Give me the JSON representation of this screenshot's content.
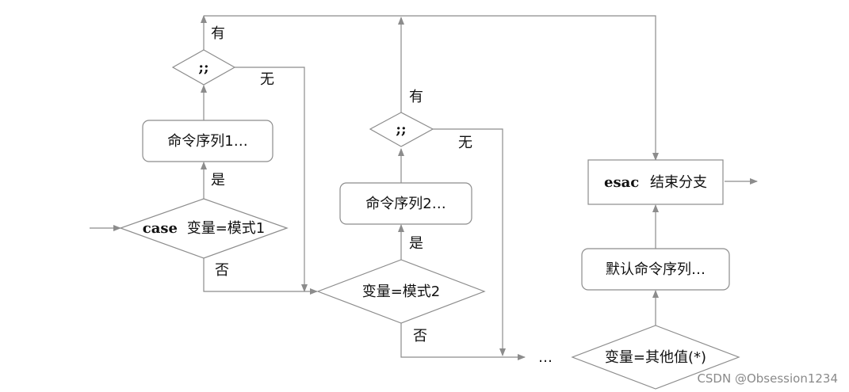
{
  "nodes": {
    "cmd1": "命令序列1…",
    "cmd2": "命令序列2…",
    "semi1": ";;",
    "semi2": ";;",
    "case_kw": "case",
    "case_rest": "变量=模式1",
    "cond2": "变量=模式2",
    "esac_kw": "esac",
    "esac_rest": "结束分支",
    "default_cmd": "默认命令序列…",
    "default_cond": "变量=其他值(*)",
    "ellipsis": "…"
  },
  "edge_labels": {
    "yes_top1": "有",
    "no_1": "无",
    "yes_1": "是",
    "no_case": "否",
    "yes_top2": "有",
    "no_2": "无",
    "yes_2": "是",
    "no_cond2": "否"
  },
  "watermark": "CSDN @Obsession1234",
  "colors": {
    "stroke": "#8c8c8c",
    "text": "#111111",
    "watermark": "#8a8a8a"
  }
}
